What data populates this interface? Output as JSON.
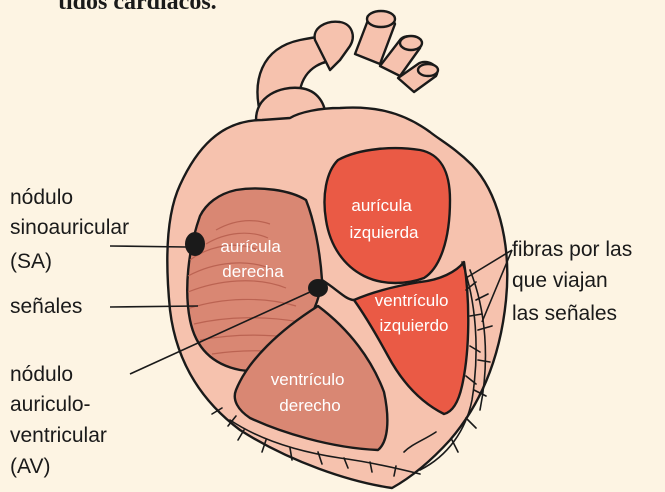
{
  "title_fragment": "tidos cardiacos.",
  "labels": {
    "sa_node": [
      "nódulo",
      "sinoauricular",
      "(SA)"
    ],
    "signals": "señales",
    "av_node": [
      "nódulo",
      "auriculo-",
      "ventricular",
      "(AV)"
    ],
    "fibers": [
      "fibras por las",
      "que viajan",
      "las señales"
    ]
  },
  "chambers": {
    "right_atrium": [
      "aurícula",
      "derecha"
    ],
    "left_atrium": [
      "aurícula",
      "izquierda"
    ],
    "left_ventricle": [
      "ventrículo",
      "izquierdo"
    ],
    "right_ventricle": [
      "ventrículo",
      "derecho"
    ]
  },
  "colors": {
    "background": "#fdf4e3",
    "heart_wall": "#f6c2ae",
    "right_side": "#d98773",
    "left_side": "#ea5a45",
    "outline": "#1a1a1a"
  }
}
